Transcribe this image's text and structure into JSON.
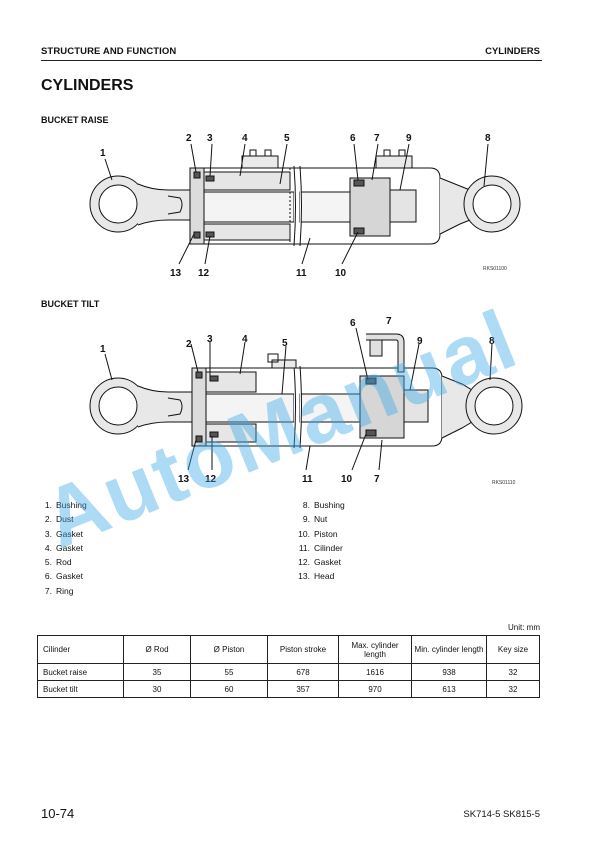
{
  "header": {
    "section": "STRUCTURE AND FUNCTION",
    "chapter": "CYLINDERS"
  },
  "title": "CYLINDERS",
  "figures": [
    {
      "heading": "BUCKET RAISE",
      "code": "RKS01100",
      "callouts": [
        "1",
        "2",
        "3",
        "4",
        "5",
        "6",
        "7",
        "9",
        "8",
        "13",
        "12",
        "11",
        "10"
      ]
    },
    {
      "heading": "BUCKET TILT",
      "code": "RKS01110",
      "callouts": [
        "1",
        "2",
        "3",
        "4",
        "5",
        "6",
        "7",
        "9",
        "8",
        "13",
        "12",
        "11",
        "10",
        "7"
      ]
    }
  ],
  "parts_left": [
    {
      "num": "1.",
      "name": "Bushing"
    },
    {
      "num": "2.",
      "name": "Dust"
    },
    {
      "num": "3.",
      "name": "Gasket"
    },
    {
      "num": "4.",
      "name": "Gasket"
    },
    {
      "num": "5.",
      "name": "Rod"
    },
    {
      "num": "6.",
      "name": "Gasket"
    },
    {
      "num": "7.",
      "name": "Ring"
    }
  ],
  "parts_right": [
    {
      "num": "8.",
      "name": "Bushing"
    },
    {
      "num": "9.",
      "name": "Nut"
    },
    {
      "num": "10.",
      "name": "Piston"
    },
    {
      "num": "11.",
      "name": "Cilinder"
    },
    {
      "num": "12.",
      "name": "Gasket"
    },
    {
      "num": "13.",
      "name": "Head"
    }
  ],
  "unit": "Unit: mm",
  "table": {
    "headers": [
      "Cilinder",
      "Ø Rod",
      "Ø Piston",
      "Piston stroke",
      "Max. cylinder length",
      "Min. cylinder length",
      "Key size"
    ],
    "rows": [
      [
        "Bucket raise",
        "35",
        "55",
        "678",
        "1616",
        "938",
        "32"
      ],
      [
        "Bucket tilt",
        "30",
        "60",
        "357",
        "970",
        "613",
        "32"
      ]
    ]
  },
  "footer": {
    "page": "10-74",
    "models": "SK714-5  SK815-5"
  },
  "watermark": "AutoManual"
}
